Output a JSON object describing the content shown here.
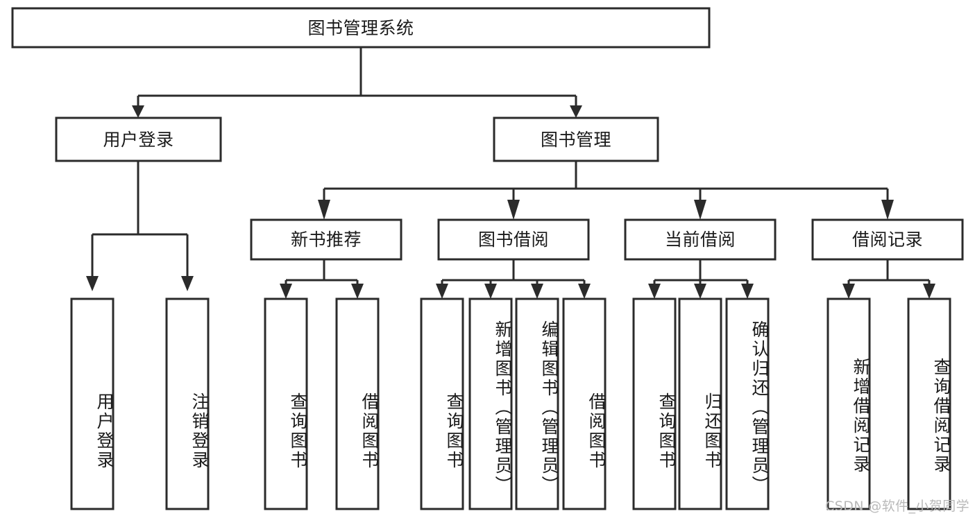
{
  "diagram": {
    "title": "图书管理系统",
    "type": "hierarchy-tree",
    "watermark": "CSDN @软件_小贺同学",
    "colors": {
      "stroke": "#2b2b2b",
      "fill": "#ffffff",
      "text": "#1a1a1a",
      "watermark": "#b9b9b9",
      "background": "#ffffff"
    },
    "levels": [
      {
        "level": 1,
        "nodes": [
          {
            "id": "root",
            "label": "图书管理系统",
            "orientation": "horizontal"
          }
        ]
      },
      {
        "level": 2,
        "nodes": [
          {
            "id": "user-login",
            "label": "用户登录",
            "orientation": "horizontal",
            "parent": "root"
          },
          {
            "id": "book-manage",
            "label": "图书管理",
            "orientation": "horizontal",
            "parent": "root"
          }
        ]
      },
      {
        "level": 3,
        "nodes": [
          {
            "id": "new-book-rec",
            "label": "新书推荐",
            "orientation": "horizontal",
            "parent": "book-manage"
          },
          {
            "id": "book-borrow",
            "label": "图书借阅",
            "orientation": "horizontal",
            "parent": "book-manage"
          },
          {
            "id": "current-borrow",
            "label": "当前借阅",
            "orientation": "horizontal",
            "parent": "book-manage"
          },
          {
            "id": "borrow-record",
            "label": "借阅记录",
            "orientation": "horizontal",
            "parent": "book-manage"
          }
        ]
      },
      {
        "level": 4,
        "nodes": [
          {
            "id": "leaf-user-login",
            "label": "用户登录",
            "orientation": "vertical",
            "parent": "user-login"
          },
          {
            "id": "leaf-user-logout",
            "label": "注销登录",
            "orientation": "vertical",
            "parent": "user-login"
          },
          {
            "id": "leaf-query-book-1",
            "label": "查询图书",
            "orientation": "vertical",
            "parent": "new-book-rec"
          },
          {
            "id": "leaf-borrow-book-1",
            "label": "借阅图书",
            "orientation": "vertical",
            "parent": "new-book-rec"
          },
          {
            "id": "leaf-query-book-2",
            "label": "查询图书",
            "orientation": "vertical",
            "parent": "book-borrow"
          },
          {
            "id": "leaf-add-book",
            "label": "新增图书（管理员）",
            "orientation": "vertical",
            "parent": "book-borrow"
          },
          {
            "id": "leaf-edit-book",
            "label": "编辑图书（管理员）",
            "orientation": "vertical",
            "parent": "book-borrow"
          },
          {
            "id": "leaf-borrow-book-2",
            "label": "借阅图书",
            "orientation": "vertical",
            "parent": "book-borrow"
          },
          {
            "id": "leaf-query-book-3",
            "label": "查询图书",
            "orientation": "vertical",
            "parent": "current-borrow"
          },
          {
            "id": "leaf-return-book",
            "label": "归还图书",
            "orientation": "vertical",
            "parent": "current-borrow"
          },
          {
            "id": "leaf-confirm-return",
            "label": "确认归还（管理员）",
            "orientation": "vertical",
            "parent": "current-borrow"
          },
          {
            "id": "leaf-add-record",
            "label": "新增借阅记录",
            "orientation": "vertical",
            "parent": "borrow-record"
          },
          {
            "id": "leaf-query-record",
            "label": "查询借阅记录",
            "orientation": "vertical",
            "parent": "borrow-record"
          }
        ]
      }
    ]
  }
}
